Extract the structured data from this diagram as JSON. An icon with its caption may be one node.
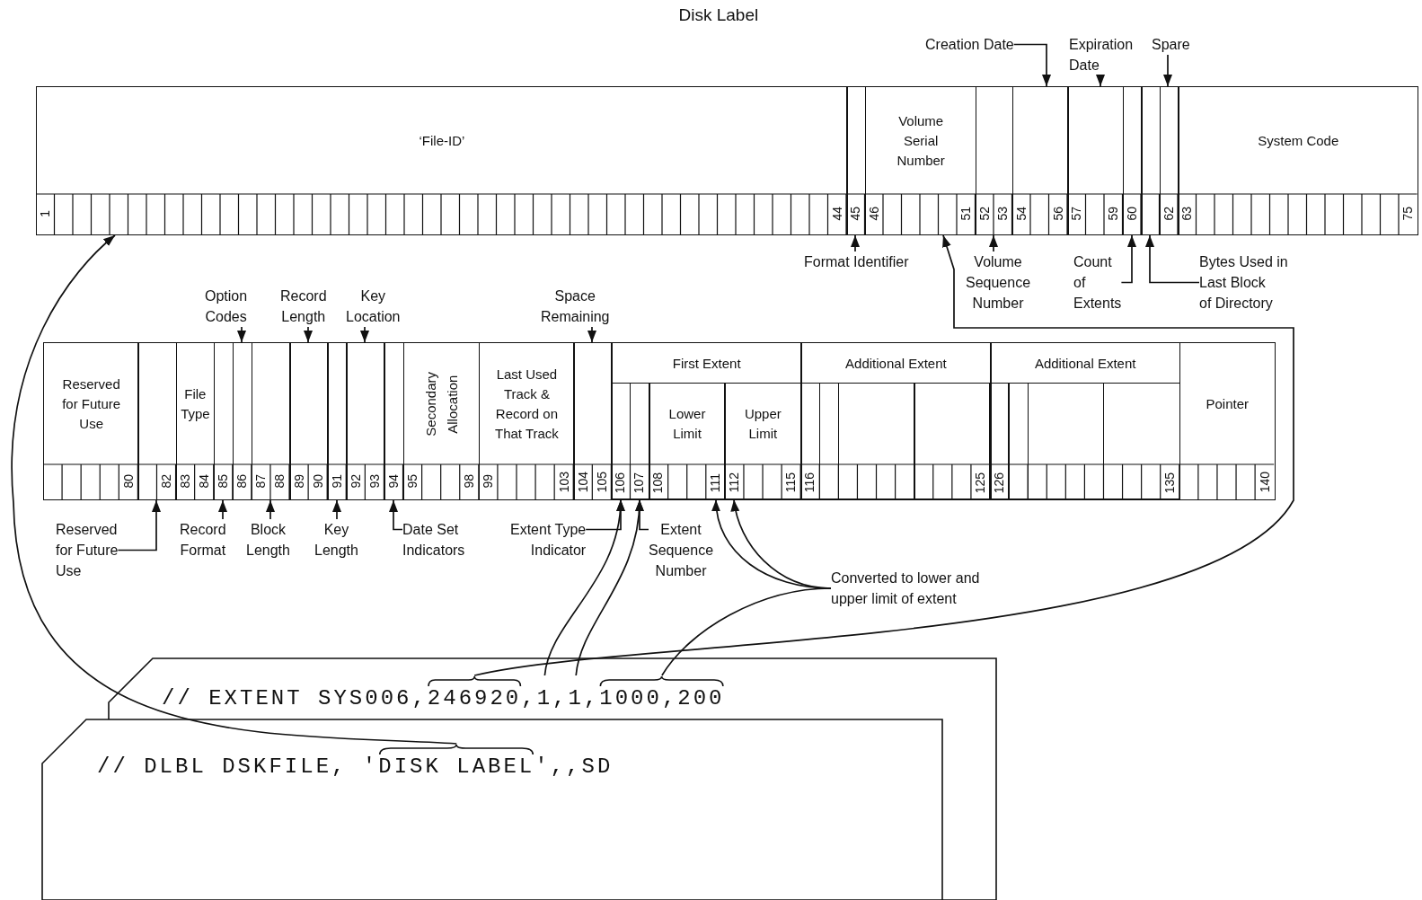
{
  "diagram": {
    "title": "Disk Label",
    "nodes": [
      {
        "text": [
          "‘File-ID’"
        ]
      },
      {
        "text": [],
        "shape": "box"
      },
      {
        "text": [
          "Volume Serial Number"
        ]
      },
      {
        "text": [],
        "shape": "box"
      },
      {
        "text": [],
        "shape": "box"
      },
      {
        "text": [],
        "shape": "box"
      },
      {
        "text": [],
        "shape": "box"
      },
      {
        "text": [],
        "shape": "box"
      },
      {
        "text": [],
        "shape": "box"
      },
      {
        "text": [
          "System Code"
        ]
      },
      {
        "text": [
          "Creation Date"
        ]
      },
      {
        "text": [
          "Expiration Date"
        ]
      },
      {
        "text": [
          "Spare"
        ]
      },
      {
        "text": [
          "Format Identifier"
        ]
      },
      {
        "text": [
          "Volume Sequence Number"
        ]
      },
      {
        "text": [
          "Count of Extents"
        ]
      },
      {
        "text": [
          "Bytes Used in Last Block of Directory"
        ]
      },
      {
        "text": [
          "Reserved for Future Use"
        ]
      },
      {
        "text": [],
        "shape": "box"
      },
      {
        "text": [
          "File Type"
        ]
      },
      {
        "text": [],
        "shape": "box"
      },
      {
        "text": [],
        "shape": "box"
      },
      {
        "text": [],
        "shape": "box"
      },
      {
        "text": [],
        "shape": "box"
      },
      {
        "text": [],
        "shape": "box"
      },
      {
        "text": [],
        "shape": "box"
      },
      {
        "text": [],
        "shape": "box"
      },
      {
        "text": [
          "Secondary Allocation"
        ]
      },
      {
        "text": [
          "Last Used Track & Record on That Track"
        ]
      },
      {
        "text": [],
        "shape": "box"
      },
      {
        "text": [
          "First Extent"
        ]
      },
      {
        "text": [],
        "shape": "box",
        "in": 30
      },
      {
        "text": [],
        "shape": "box",
        "in": 30
      },
      {
        "text": [
          "Lower Limit"
        ],
        "in": 30
      },
      {
        "text": [
          "Upper Limit"
        ],
        "in": 30
      },
      {
        "text": [
          "Additional Extent"
        ]
      },
      {
        "text": [],
        "shape": "box",
        "in": 35
      },
      {
        "text": [],
        "shape": "box",
        "in": 35
      },
      {
        "text": [],
        "shape": "box",
        "in": 35
      },
      {
        "text": [],
        "shape": "box",
        "in": 35
      },
      {
        "text": [
          "Additional Extent"
        ]
      },
      {
        "text": [],
        "shape": "box",
        "in": 40
      },
      {
        "text": [],
        "shape": "box",
        "in": 40
      },
      {
        "text": [],
        "shape": "box",
        "in": 40
      },
      {
        "text": [],
        "shape": "box",
        "in": 40
      },
      {
        "text": [
          "Pointer"
        ]
      },
      {
        "text": [
          "Option Codes"
        ]
      },
      {
        "text": [
          "Record Length"
        ]
      },
      {
        "text": [
          "Key Location"
        ]
      },
      {
        "text": [
          "Space Remaining"
        ]
      },
      {
        "text": [
          "Reserved for Future Use"
        ]
      },
      {
        "text": [
          "Record Format"
        ]
      },
      {
        "text": [
          "Block Length"
        ]
      },
      {
        "text": [
          "Key Length"
        ]
      },
      {
        "text": [
          "Date Set Indicators"
        ]
      },
      {
        "text": [
          "Extent Type Indicator"
        ]
      },
      {
        "text": [
          "Extent Sequence Number"
        ]
      },
      {
        "text": [
          "Converted to lower and upper limit of extent"
        ]
      },
      {
        "text": [],
        "shape": "card"
      },
      {
        "text": [
          "246920"
        ],
        "in": 58
      },
      {
        "text": [
          "1"
        ],
        "in": 58
      },
      {
        "text": [
          "1"
        ],
        "in": 58
      },
      {
        "text": [
          "1000,200"
        ],
        "in": 58
      },
      {
        "text": [],
        "shape": "card"
      },
      {
        "text": [
          "DISK LABEL"
        ],
        "in": 63
      }
    ],
    "edges": [
      {
        "from": 10,
        "to": 4,
        "arrow": "to"
      },
      {
        "from": 11,
        "to": 5,
        "arrow": "to"
      },
      {
        "from": 12,
        "to": 8,
        "arrow": "to"
      },
      {
        "from": 13,
        "to": 1,
        "arrow": "to"
      },
      {
        "from": 14,
        "to": 3,
        "arrow": "to"
      },
      {
        "from": 15,
        "to": 6,
        "arrow": "to"
      },
      {
        "from": 16,
        "to": 7,
        "arrow": "to"
      },
      {
        "from": 46,
        "to": 21,
        "arrow": "to"
      },
      {
        "from": 47,
        "to": 23,
        "arrow": "to"
      },
      {
        "from": 48,
        "to": 25,
        "arrow": "to"
      },
      {
        "from": 49,
        "to": 29,
        "arrow": "to"
      },
      {
        "from": 50,
        "to": 18,
        "arrow": "to"
      },
      {
        "from": 51,
        "to": 20,
        "arrow": "to"
      },
      {
        "from": 52,
        "to": 22,
        "arrow": "to"
      },
      {
        "from": 53,
        "to": 24,
        "arrow": "to"
      },
      {
        "from": 54,
        "to": 26,
        "arrow": "to"
      },
      {
        "from": 55,
        "to": 31,
        "arrow": "to"
      },
      {
        "from": 56,
        "to": 32,
        "arrow": "to"
      },
      {
        "from": 62,
        "to": 57,
        "arrow": "none"
      },
      {
        "from": 57,
        "to": 33,
        "arrow": "to"
      },
      {
        "from": 57,
        "to": 34,
        "arrow": "to"
      },
      {
        "from": 59,
        "to": 2,
        "arrow": "to"
      },
      {
        "from": 60,
        "to": 31,
        "arrow": "to"
      },
      {
        "from": 61,
        "to": 32,
        "arrow": "to"
      },
      {
        "from": 64,
        "to": 0,
        "arrow": "to"
      }
    ],
    "labels": [
      "1",
      "44",
      "45",
      "46",
      "51",
      "52",
      "53",
      "54",
      "56",
      "57",
      "59",
      "60",
      "62",
      "63",
      "75",
      "80",
      "82",
      "83",
      "84",
      "85",
      "86",
      "87",
      "88",
      "89",
      "90",
      "91",
      "92",
      "93",
      "94",
      "95",
      "98",
      "99",
      "103",
      "104",
      "105",
      "106",
      "107",
      "108",
      "111",
      "112",
      "115",
      "116",
      "125",
      "126",
      "135",
      "140",
      "// EXTENT SYS006,",
      ",",
      ",",
      ",",
      "// DLBL DSKFILE, '",
      "',,SD"
    ]
  }
}
